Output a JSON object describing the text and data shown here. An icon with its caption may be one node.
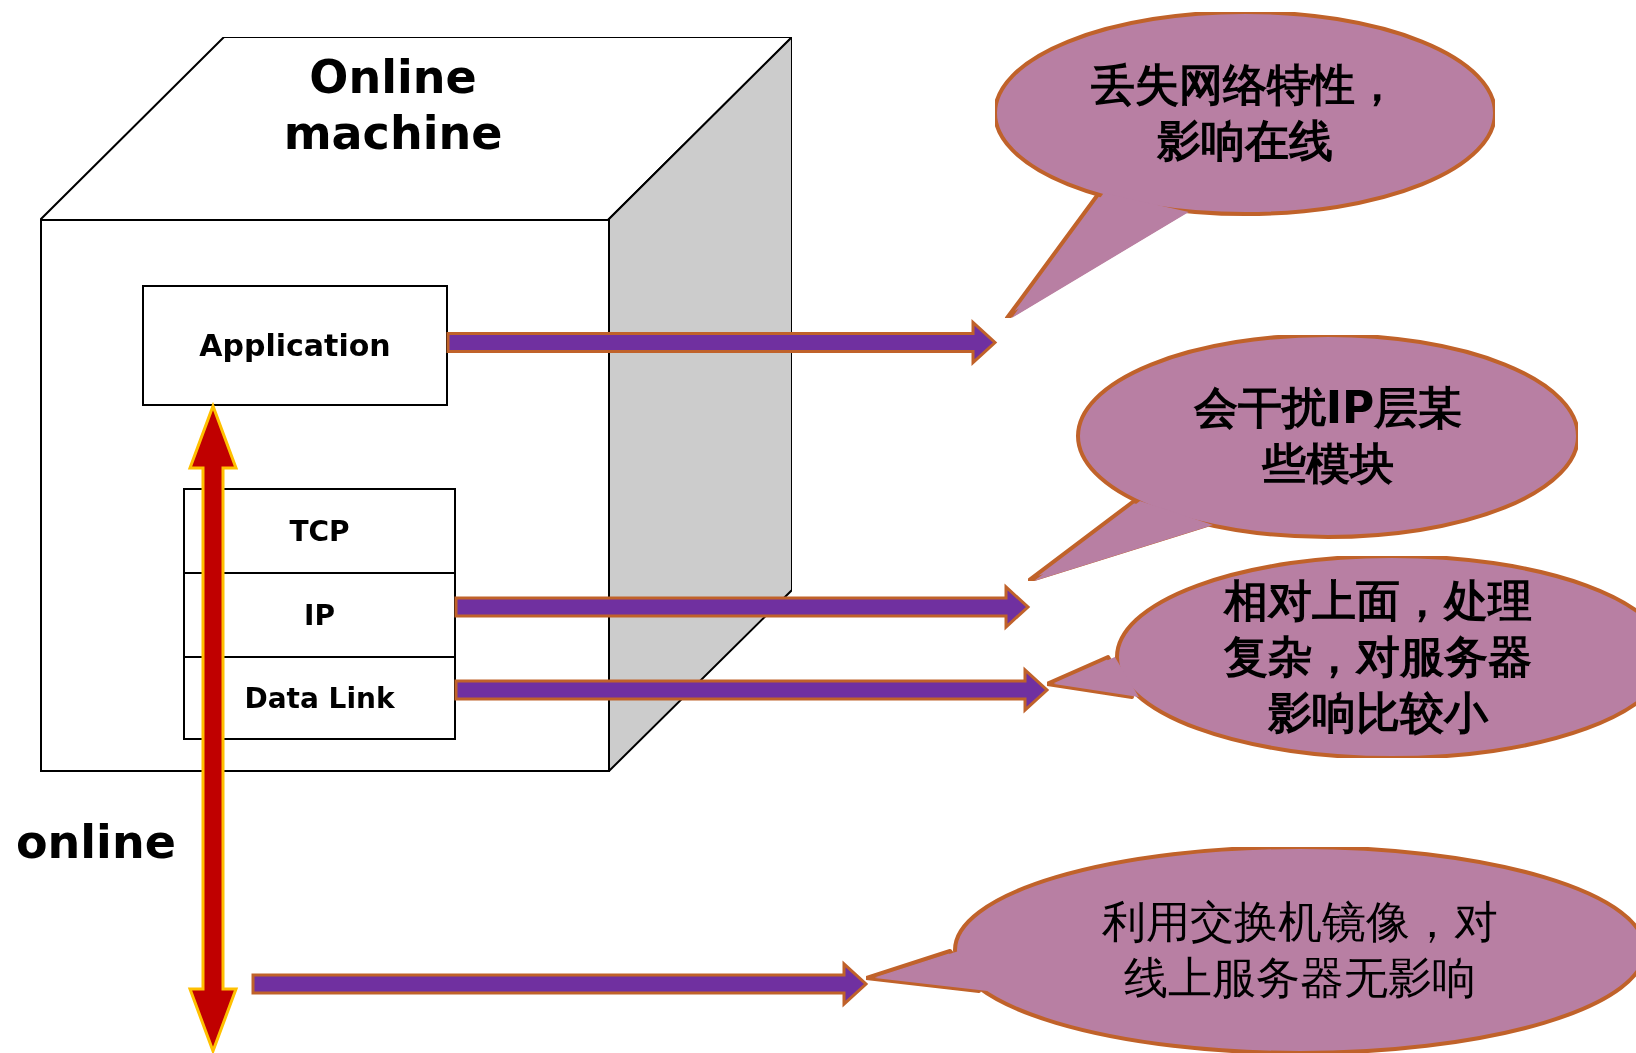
{
  "diagram": {
    "nodes": [
      {
        "text": [
          "Online machine"
        ]
      },
      {
        "text": [
          "Application"
        ],
        "in": 0
      },
      {
        "text": [
          "TCP"
        ],
        "in": 0
      },
      {
        "text": [
          "IP"
        ],
        "in": 0
      },
      {
        "text": [
          "Data Link"
        ],
        "in": 0
      },
      {
        "text": [
          "丢失网络特性，影响在线"
        ]
      },
      {
        "text": [
          "会干扰IP层某些模块"
        ]
      },
      {
        "text": [
          "相对上面，处理复杂，对服务器影响比较小"
        ]
      },
      {
        "text": [
          "利用交换机镜像，对线上服务器无影响"
        ]
      }
    ],
    "edges": [
      {
        "from": 1,
        "to": 5,
        "arrow": "to"
      },
      {
        "from": 3,
        "to": 6,
        "arrow": "to"
      },
      {
        "from": 4,
        "to": 7,
        "arrow": "to"
      },
      {
        "from": null,
        "to": 8,
        "arrow": "to"
      },
      {
        "from": 1,
        "to": null,
        "arrow": "both",
        "color": "#c00000"
      }
    ],
    "labels": [
      "online"
    ]
  }
}
